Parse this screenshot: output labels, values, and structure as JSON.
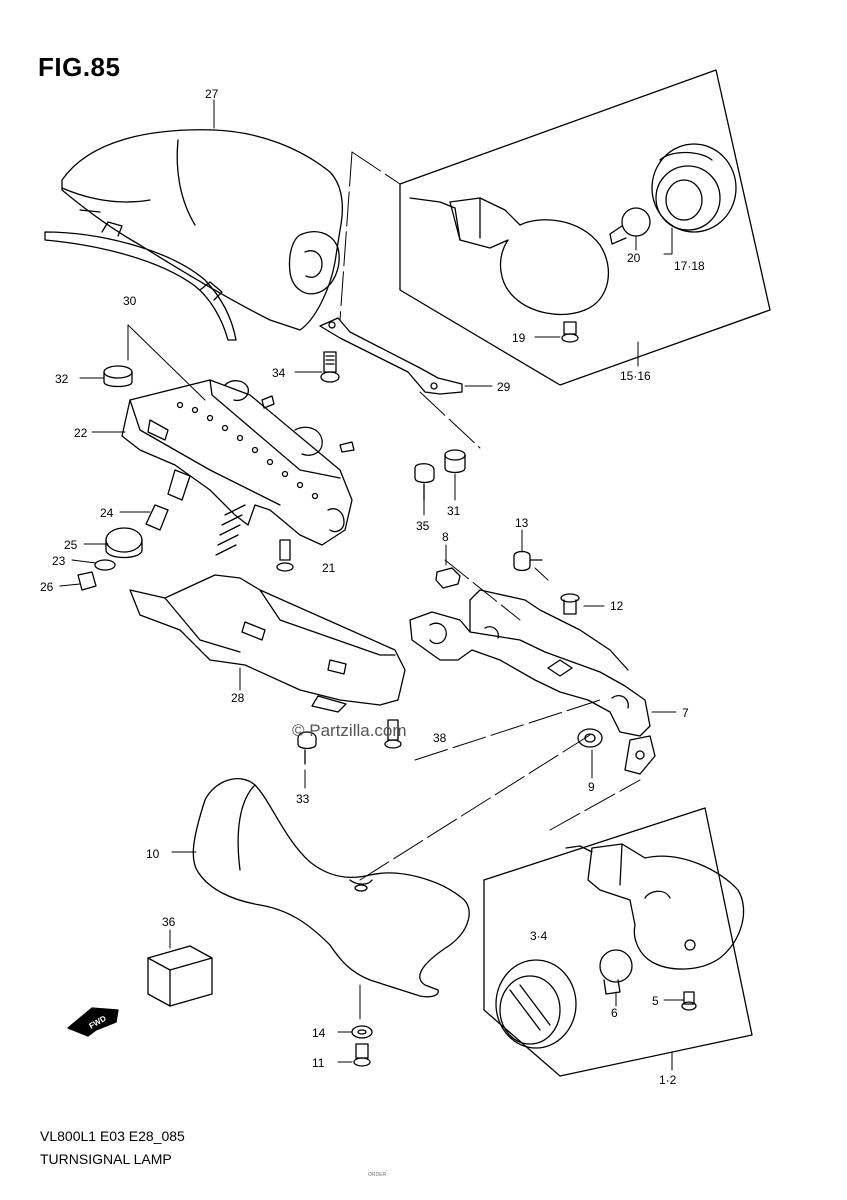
{
  "figure": {
    "title": "FIG.85"
  },
  "footer": {
    "code": "VL800L1 E03 E28_085",
    "name": "TURNSIGNAL LAMP",
    "tiny": "ORDER"
  },
  "watermark": "© Partzilla.com",
  "callouts": [
    {
      "id": "c27",
      "text": "27"
    },
    {
      "id": "c30",
      "text": "30"
    },
    {
      "id": "c32",
      "text": "32"
    },
    {
      "id": "c34",
      "text": "34"
    },
    {
      "id": "c29",
      "text": "29"
    },
    {
      "id": "c22",
      "text": "22"
    },
    {
      "id": "c24",
      "text": "24"
    },
    {
      "id": "c25",
      "text": "25"
    },
    {
      "id": "c23",
      "text": "23"
    },
    {
      "id": "c26",
      "text": "26"
    },
    {
      "id": "c21",
      "text": "21"
    },
    {
      "id": "c35",
      "text": "35"
    },
    {
      "id": "c31",
      "text": "31"
    },
    {
      "id": "c13",
      "text": "13"
    },
    {
      "id": "c8",
      "text": "8"
    },
    {
      "id": "c12",
      "text": "12"
    },
    {
      "id": "c7",
      "text": "7"
    },
    {
      "id": "c9",
      "text": "9"
    },
    {
      "id": "c28",
      "text": "28"
    },
    {
      "id": "c33",
      "text": "33"
    },
    {
      "id": "c38",
      "text": "38"
    },
    {
      "id": "c10",
      "text": "10"
    },
    {
      "id": "c36",
      "text": "36"
    },
    {
      "id": "c14",
      "text": "14"
    },
    {
      "id": "c11",
      "text": "11"
    },
    {
      "id": "c20",
      "text": "20"
    },
    {
      "id": "c1718",
      "text": "17·18"
    },
    {
      "id": "c19",
      "text": "19"
    },
    {
      "id": "c1516",
      "text": "15·16"
    },
    {
      "id": "c34b",
      "text": "3·4"
    },
    {
      "id": "c6",
      "text": "6"
    },
    {
      "id": "c5",
      "text": "5"
    },
    {
      "id": "c12b",
      "text": "1·2"
    }
  ],
  "icons": {
    "fwd": "fwd-arrow-icon"
  },
  "fwd_label": "FWD"
}
